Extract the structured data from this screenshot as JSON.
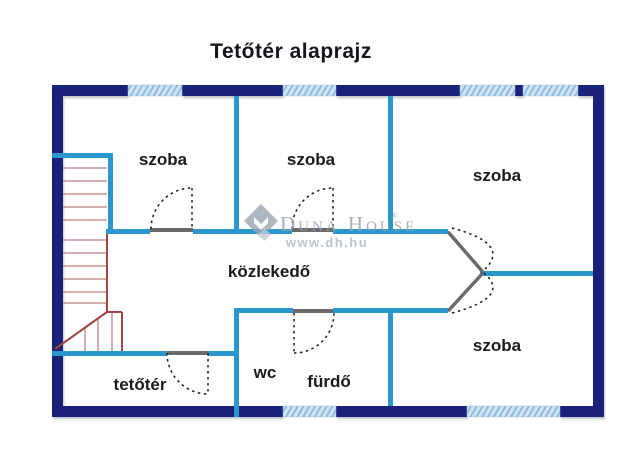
{
  "title": "Tetőtér alaprajz",
  "floorplan": {
    "rooms": [
      {
        "id": "szoba-top-left",
        "label": "szoba"
      },
      {
        "id": "szoba-top-middle",
        "label": "szoba"
      },
      {
        "id": "szoba-top-right",
        "label": "szoba"
      },
      {
        "id": "kozlekedo",
        "label": "közlekedő"
      },
      {
        "id": "szoba-bottom-right",
        "label": "szoba"
      },
      {
        "id": "tetoter",
        "label": "tetőtér"
      },
      {
        "id": "wc",
        "label": "wc"
      },
      {
        "id": "furdo",
        "label": "fürdő"
      }
    ],
    "colors": {
      "outer_wall": "#1a2178",
      "inner_wall": "#2a97cd",
      "window_fill": "#cfe3f2",
      "window_hatch": "#7fb0d6",
      "stair_outline": "#a04444",
      "stair_tread": "#bb8282",
      "door_leaf": "#6a6a6a",
      "door_swing": "#1c1c1c",
      "label_text": "#1b1b1b"
    }
  },
  "watermark": {
    "brand": "Duna House",
    "reg": "®",
    "url": "www.dh.hu"
  }
}
